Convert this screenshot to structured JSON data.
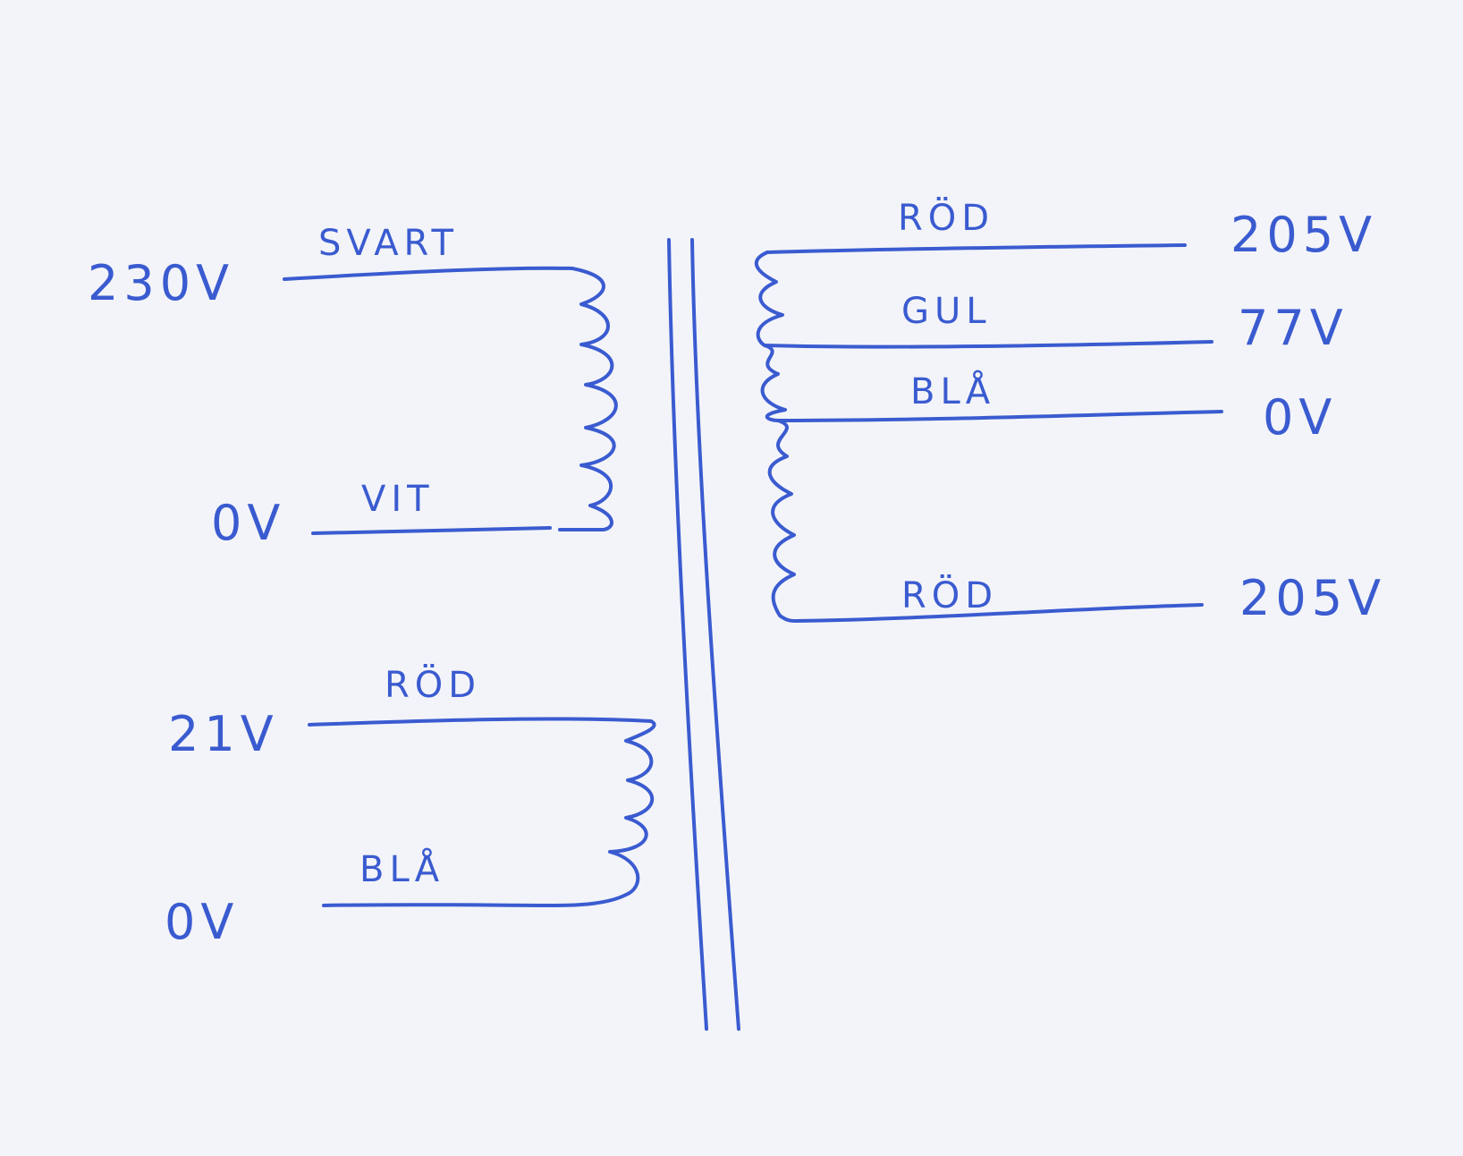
{
  "ink_color": "#3a5bd0",
  "paper_color": "#f3f4f9",
  "primary": {
    "top": {
      "voltage": "230V",
      "wire": "SVART"
    },
    "bottom": {
      "voltage": "0V",
      "wire": "VIT"
    }
  },
  "aux_winding": {
    "top": {
      "voltage": "21V",
      "wire": "RÖD"
    },
    "bottom": {
      "voltage": "0V",
      "wire": "BLÅ"
    }
  },
  "secondary": {
    "tap1": {
      "voltage": "205V",
      "wire": "RÖD"
    },
    "tap2": {
      "voltage": "77V",
      "wire": "GUL"
    },
    "tap3": {
      "voltage": "0V",
      "wire": "BLÅ"
    },
    "tap4": {
      "voltage": "205V",
      "wire": "RÖD"
    }
  }
}
